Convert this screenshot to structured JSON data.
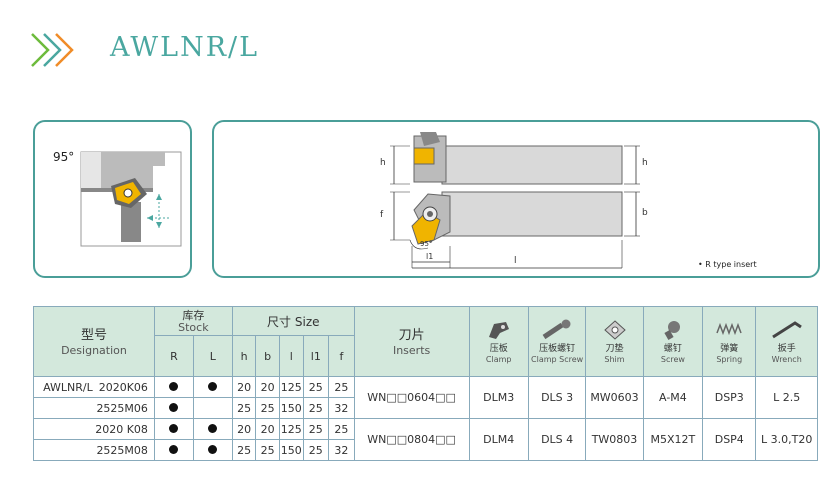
{
  "header": {
    "title": "AWLNR/L"
  },
  "diagram1": {
    "angle": "95°"
  },
  "diagram2": {
    "dims_left": [
      "h",
      "f"
    ],
    "dims_right": [
      "h",
      "b"
    ],
    "dims_bottom": [
      "l1",
      "l"
    ],
    "angle": "95°",
    "note": "• R type insert"
  },
  "table": {
    "headers": {
      "designation_cn": "型号",
      "designation_en": "Designation",
      "stock_cn": "库存",
      "stock_en": "Stock",
      "stock_r": "R",
      "stock_l": "L",
      "size": "尺寸 Size",
      "size_cols": [
        "h",
        "b",
        "l",
        "l1",
        "f"
      ],
      "inserts_cn": "刀片",
      "inserts_en": "Inserts",
      "clamp_cn": "压板",
      "clamp_en": "Clamp",
      "clamp_screw_cn": "压板螺钉",
      "clamp_screw_en": "Clamp Screw",
      "shim_cn": "刀垫",
      "shim_en": "Shim",
      "screw_cn": "螺钉",
      "screw_en": "Screw",
      "spring_cn": "弹簧",
      "spring_en": "Spring",
      "wrench_cn": "扳手",
      "wrench_en": "Wrench"
    },
    "groups": [
      {
        "insert": "WN□□0604□□",
        "clamp": "DLM3",
        "clamp_screw": "DLS 3",
        "shim": "MW0603",
        "screw": "A-M4",
        "spring": "DSP3",
        "wrench": "L 2.5",
        "rows": [
          {
            "prefix": "AWLNR/L",
            "code": "2020K06",
            "r": true,
            "l": true,
            "h": "20",
            "b": "20",
            "len": "125",
            "l1": "25",
            "f": "25"
          },
          {
            "prefix": "",
            "code": "2525M06",
            "r": true,
            "l": false,
            "h": "25",
            "b": "25",
            "len": "150",
            "l1": "25",
            "f": "32"
          }
        ]
      },
      {
        "insert": "WN□□0804□□",
        "clamp": "DLM4",
        "clamp_screw": "DLS 4",
        "shim": "TW0803",
        "screw": "M5X12T",
        "spring": "DSP4",
        "wrench": "L 3.0,T20",
        "rows": [
          {
            "prefix": "",
            "code": "2020 K08",
            "r": true,
            "l": true,
            "h": "20",
            "b": "20",
            "len": "125",
            "l1": "25",
            "f": "25"
          },
          {
            "prefix": "",
            "code": "2525M08",
            "r": true,
            "l": true,
            "h": "25",
            "b": "25",
            "len": "150",
            "l1": "25",
            "f": "32"
          }
        ]
      }
    ]
  },
  "colors": {
    "accent": "#4a9e98",
    "header_bg": "#d3e8dc",
    "insert_yellow": "#f0b400",
    "chevron_green": "#6dbb3c",
    "chevron_orange": "#f08c28"
  }
}
